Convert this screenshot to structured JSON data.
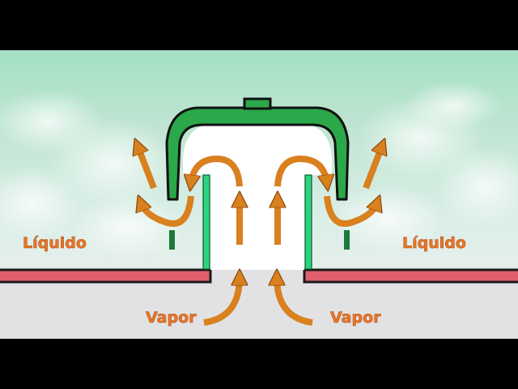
{
  "labels": {
    "liquid_left": "Líquido",
    "liquid_right": "Líquido",
    "vapor_left": "Vapor",
    "vapor_right": "Vapor"
  },
  "colors": {
    "liquid": "#A6DFC4",
    "vapor_zone": "#E2E2E4",
    "tray": "#E06070",
    "cap": "#2BA84A",
    "riser": "#2ED37E",
    "arrow": "#D9801F",
    "label": "#E8762A",
    "letterbox": "#000000"
  }
}
